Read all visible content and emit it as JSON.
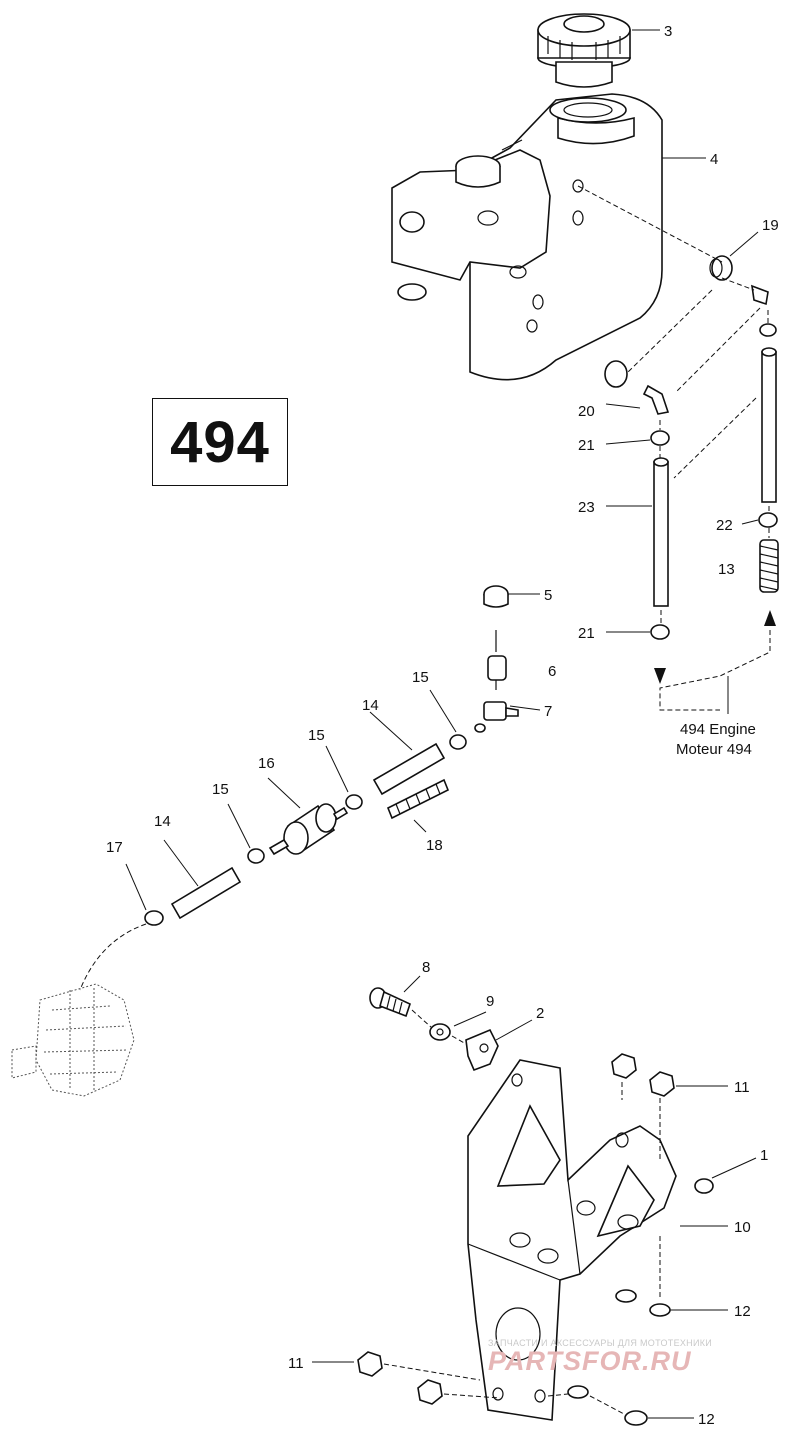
{
  "badge": {
    "number": "494"
  },
  "callouts": [
    "1",
    "2",
    "3",
    "4",
    "5",
    "6",
    "7",
    "8",
    "9",
    "10",
    "11",
    "11",
    "12",
    "12",
    "13",
    "14",
    "14",
    "15",
    "15",
    "15",
    "16",
    "17",
    "18",
    "19",
    "20",
    "21",
    "21",
    "22",
    "23"
  ],
  "engine_note": {
    "line1": "494 Engine",
    "line2": "Moteur 494"
  },
  "watermark": {
    "tagline": "ЗАПЧАСТИ И АКСЕССУАРЫ ДЛЯ МОТОТЕХНИКИ",
    "logo": "PARTSFOR.RU"
  },
  "colors": {
    "ink": "#111111",
    "background": "#ffffff",
    "watermark_logo": "#e6b6b6"
  }
}
